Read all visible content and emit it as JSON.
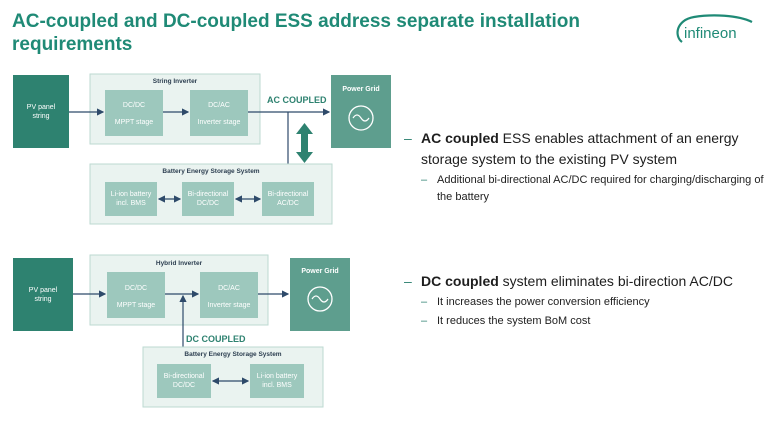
{
  "title": "AC-coupled and DC-coupled ESS address separate installation requirements",
  "logo": {
    "text": "infineon",
    "color": "#1f8a76"
  },
  "colors": {
    "accent": "#2e8270",
    "box_dark": "#2e8270",
    "box_light": "#9dc8bd",
    "group_bg": "#eaf3f0"
  },
  "ac_diagram": {
    "pv_panel": "PV panel string",
    "string_inverter": "String Inverter",
    "dcdc": {
      "title": "DC/DC",
      "sub": "MPPT stage"
    },
    "dcac": {
      "title": "DC/AC",
      "sub": "Inverter stage"
    },
    "coupled_label": "AC COUPLED",
    "power_grid": "Power Grid",
    "bess": "Battery Energy Storage System",
    "li_ion": "Li-ion battery incl. BMS",
    "bidir_dcdc": "Bi-directional DC/DC",
    "bidir_acdc": "Bi-directional AC/DC"
  },
  "dc_diagram": {
    "pv_panel": "PV panel string",
    "hybrid_inverter": "Hybrid Inverter",
    "dcdc": {
      "title": "DC/DC",
      "sub": "MPPT stage"
    },
    "dcac": {
      "title": "DC/AC",
      "sub": "Inverter stage"
    },
    "power_grid": "Power Grid",
    "coupled_label": "DC COUPLED",
    "bess": "Battery Energy Storage System",
    "bidir_dcdc": "Bi-directional DC/DC",
    "li_ion": "Li-ion battery incl. BMS"
  },
  "ac_text": {
    "bold": "AC coupled",
    "rest": " ESS enables attachment of an energy storage system to the existing PV system",
    "sub": [
      "Additional bi-directional AC/DC required for charging/discharging of the battery"
    ]
  },
  "dc_text": {
    "bold": "DC coupled",
    "rest": " system eliminates bi-direction AC/DC",
    "sub": [
      "It increases the power conversion efficiency",
      "It reduces the system BoM cost"
    ]
  }
}
